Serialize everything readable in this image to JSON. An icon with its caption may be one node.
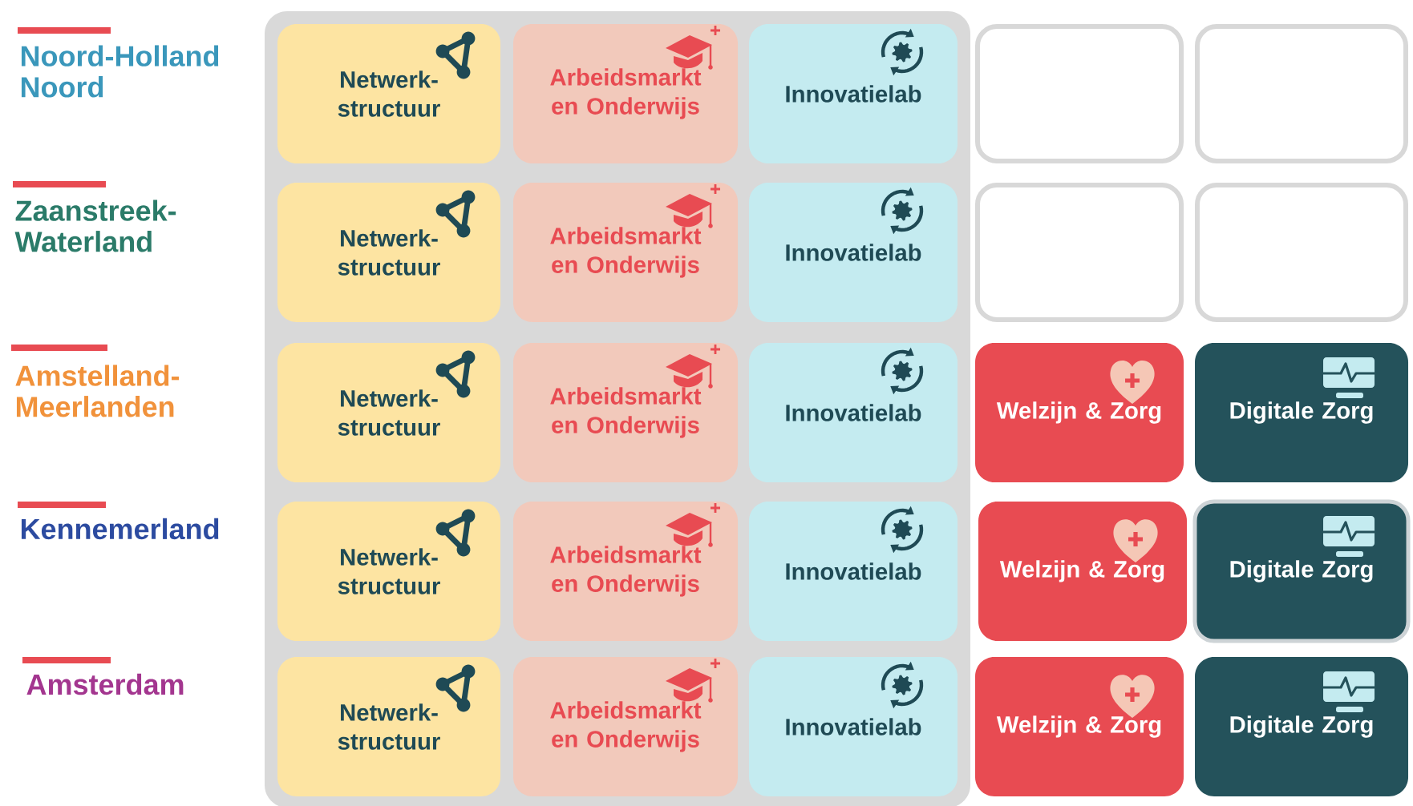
{
  "diagram": {
    "nodes": [
      {
        "text": [],
        "shape": "box"
      },
      {
        "text": [
          "Netwerk- structuur"
        ],
        "in": 0
      },
      {
        "text": [
          "Arbeidsmarkt en Onderwijs"
        ],
        "in": 0
      },
      {
        "text": [
          "Innovatielab"
        ],
        "in": 0
      },
      {
        "text": [],
        "shape": "box"
      },
      {
        "text": [],
        "shape": "box"
      },
      {
        "text": [
          "Netwerk- structuur"
        ],
        "in": 0
      },
      {
        "text": [
          "Arbeidsmarkt en Onderwijs"
        ],
        "in": 0
      },
      {
        "text": [
          "Innovatielab"
        ],
        "in": 0
      },
      {
        "text": [],
        "shape": "box"
      },
      {
        "text": [],
        "shape": "box"
      },
      {
        "text": [
          "Netwerk- structuur"
        ],
        "in": 0
      },
      {
        "text": [
          "Arbeidsmarkt en Onderwijs"
        ],
        "in": 0
      },
      {
        "text": [
          "Innovatielab"
        ],
        "in": 0
      },
      {
        "text": [
          "Welzijn & Zorg"
        ]
      },
      {
        "text": [
          "Digitale Zorg"
        ]
      },
      {
        "text": [
          "Netwerk- structuur"
        ],
        "in": 0
      },
      {
        "text": [
          "Arbeidsmarkt en Onderwijs"
        ],
        "in": 0
      },
      {
        "text": [
          "Innovatielab"
        ],
        "in": 0
      },
      {
        "text": [
          "Welzijn & Zorg"
        ]
      },
      {
        "text": [
          "Digitale Zorg"
        ]
      },
      {
        "text": [
          "Netwerk- structuur"
        ],
        "in": 0
      },
      {
        "text": [
          "Arbeidsmarkt en Onderwijs"
        ],
        "in": 0
      },
      {
        "text": [
          "Innovatielab"
        ],
        "in": 0
      },
      {
        "text": [
          "Welzijn & Zorg"
        ]
      },
      {
        "text": [
          "Digitale Zorg"
        ]
      }
    ],
    "labels": [
      "Noord-Holland Noord",
      "Zaanstreek- Waterland",
      "Amstelland- Meerlanden",
      "Kennemerland",
      "Amsterdam"
    ]
  }
}
